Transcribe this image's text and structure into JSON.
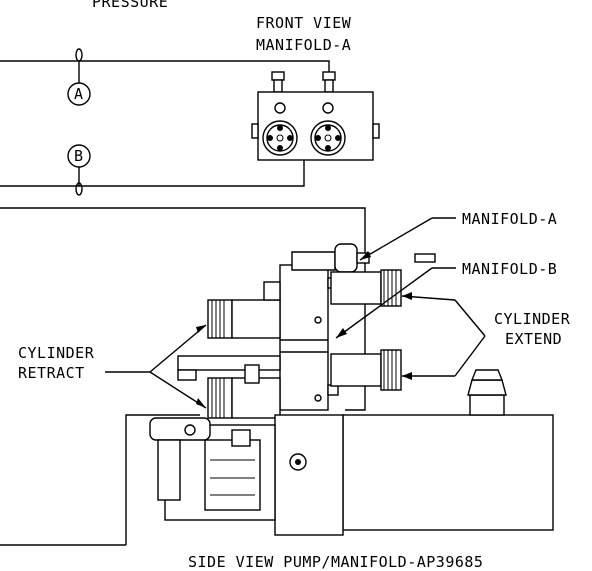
{
  "labels": {
    "pressure": "PRESSURE",
    "front_view_line1": "FRONT VIEW",
    "front_view_line2": "MANIFOLD-A",
    "port_a": "A",
    "port_b": "B",
    "manifold_a": "MANIFOLD-A",
    "manifold_b": "MANIFOLD-B",
    "cylinder_extend_line1": "CYLINDER",
    "cylinder_extend_line2": "EXTEND",
    "cylinder_retract_line1": "CYLINDER",
    "cylinder_retract_line2": "RETRACT",
    "side_view_caption": "SIDE VIEW PUMP/MANIFOLD-AP39685"
  },
  "colors": {
    "ink": "#000000",
    "paper": "#ffffff"
  }
}
